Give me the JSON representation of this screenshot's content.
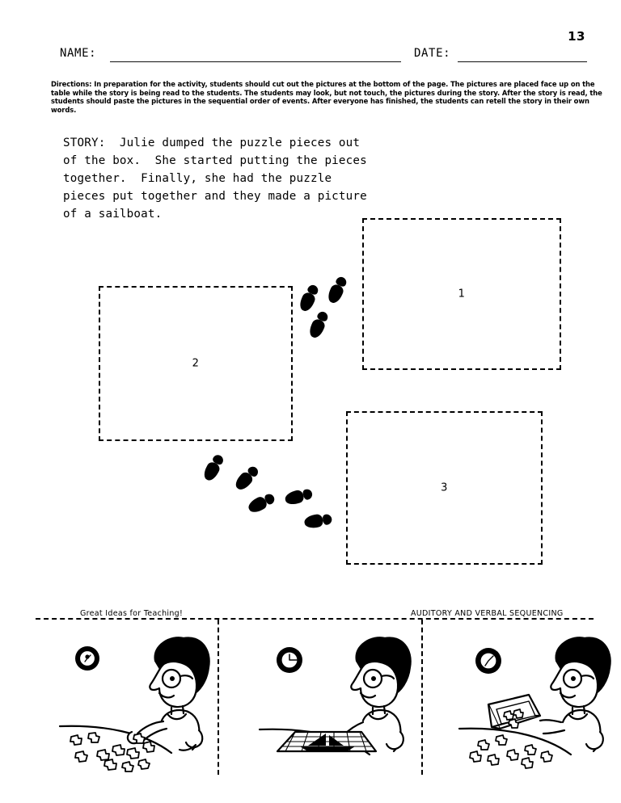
{
  "page": {
    "number": "13"
  },
  "header": {
    "name_label": "NAME:",
    "date_label": "DATE:"
  },
  "directions": {
    "text": "Directions:  In preparation for the activity, students should cut out the pictures at the bottom of the page.  The pictures are placed face up on the table while the story is being read to the students.  The students may look, but not touch, the pictures during the story.  After the story is read, the students should paste the pictures in the sequential order of events.  After everyone has finished, the students can retell the story in their own words."
  },
  "story": {
    "text": "STORY:  Julie dumped the puzzle pieces out\nof the box.  She started putting the pieces\ntogether.  Finally, she had the puzzle\npieces put together and they made a picture\nof a sailboat."
  },
  "answer_boxes": [
    {
      "label": "1"
    },
    {
      "label": "2"
    },
    {
      "label": "3"
    }
  ],
  "footer": {
    "left_caption": "Great Ideas for Teaching!",
    "right_caption": "AUDITORY AND VERBAL SEQUENCING"
  },
  "panels": [
    {
      "name": "girl-assembling-puzzle-pieces"
    },
    {
      "name": "girl-with-completed-sailboat-puzzle"
    },
    {
      "name": "girl-dumping-puzzle-box"
    }
  ],
  "colors": {
    "ink": "#000000",
    "paper": "#ffffff"
  }
}
